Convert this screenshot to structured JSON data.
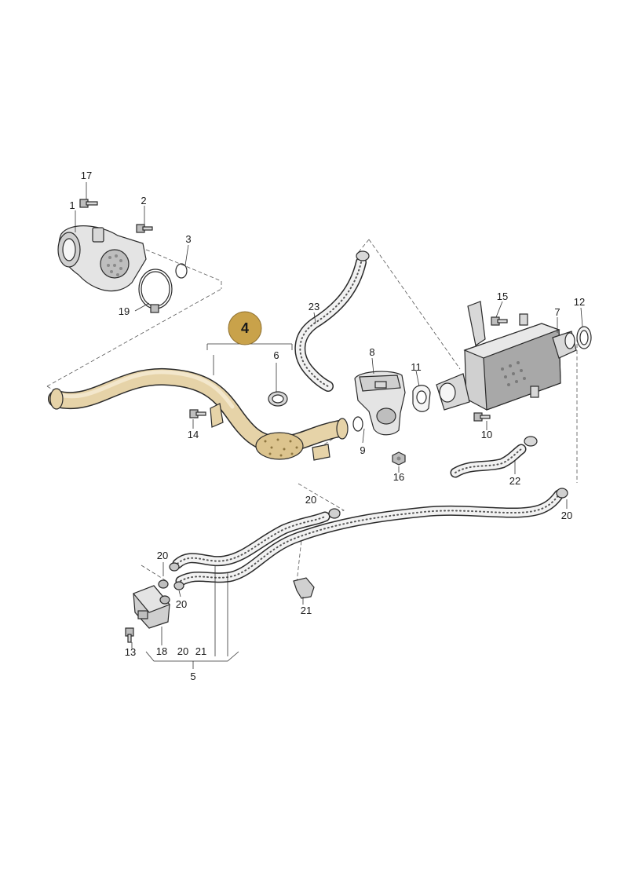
{
  "highlight": {
    "label": "4",
    "fill": "#C9A24A",
    "text_color": "#1a1a1a"
  },
  "colors": {
    "highlight_part": "#E6D3A8",
    "part_fill": "#E4E4E4",
    "part_dark": "#9A9A9A",
    "hose": "#F2F2F2"
  },
  "callouts": {
    "c1": "1",
    "c2": "2",
    "c3": "3",
    "c5": "5",
    "c6": "6",
    "c7": "7",
    "c8": "8",
    "c9": "9",
    "c10": "10",
    "c11": "11",
    "c12": "12",
    "c13": "13",
    "c14": "14",
    "c15": "15",
    "c16": "16",
    "c17": "17",
    "c18": "18",
    "c19": "19",
    "c20a": "20",
    "c20b": "20",
    "c20c": "20",
    "c20d": "20",
    "c20e": "20",
    "c21a": "21",
    "c21b": "21",
    "c22": "22",
    "c23": "23"
  }
}
